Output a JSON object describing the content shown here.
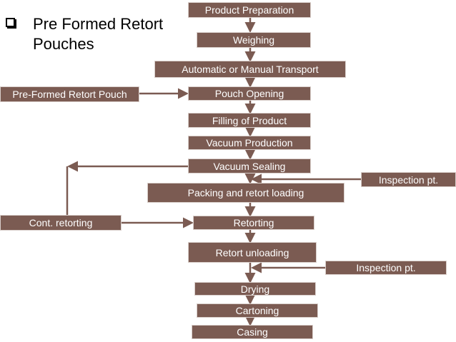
{
  "title": "Pre Formed Retort Pouches",
  "steps": [
    "Product Preparation",
    "Weighing",
    "Automatic or Manual Transport",
    "Pouch Opening",
    "Filling of Product",
    "Vacuum Production",
    "Vacuum Sealing",
    "Packing and retort loading",
    "Retorting",
    "Retort unloading",
    "Drying",
    "Cartoning",
    "Casing"
  ],
  "side_inputs": {
    "pouch": "Pre-Formed Retort Pouch",
    "cont_retorting": "Cont. retorting",
    "inspection_1": "Inspection pt.",
    "inspection_2": "Inspection pt."
  },
  "colors": {
    "box_fill": "#7b5b52",
    "box_border": "#d9cfcb",
    "box_text": "#ffffff",
    "arrow": "#7b5b52"
  }
}
